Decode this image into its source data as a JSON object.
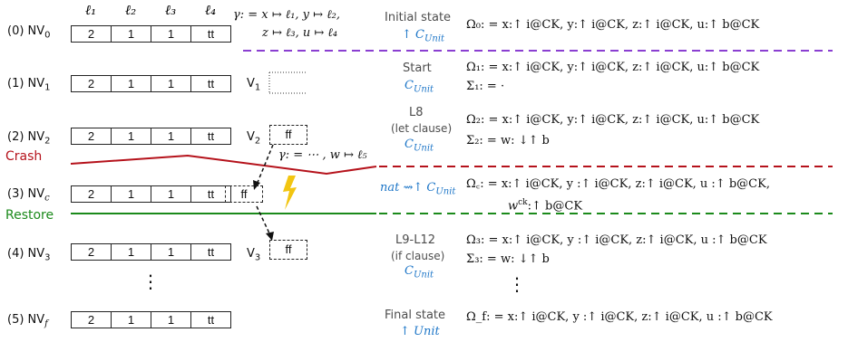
{
  "locations": {
    "l1": "ℓ₁",
    "l2": "ℓ₂",
    "l3": "ℓ₃",
    "l4": "ℓ₄"
  },
  "rows": [
    {
      "label": "(0) NV",
      "sub": "0",
      "cells": [
        "2",
        "1",
        "1",
        "tt"
      ]
    },
    {
      "label": "(1) NV",
      "sub": "1",
      "cells": [
        "2",
        "1",
        "1",
        "tt"
      ]
    },
    {
      "label": "(2) NV",
      "sub": "2",
      "cells": [
        "2",
        "1",
        "1",
        "tt"
      ]
    },
    {
      "label": "(3) NV",
      "sub": "c",
      "cells": [
        "2",
        "1",
        "1",
        "tt"
      ],
      "extra": "ff"
    },
    {
      "label": "(4) NV",
      "sub": "3",
      "cells": [
        "2",
        "1",
        "1",
        "tt"
      ]
    },
    {
      "label": "(5) NV",
      "sub": "f",
      "cells": [
        "2",
        "1",
        "1",
        "tt"
      ]
    }
  ],
  "gamma": {
    "line1": "γ: = x ↦ ℓ₁, y ↦ ℓ₂,",
    "line2": "z ↦ ℓ₃, u ↦ ℓ₄",
    "ext": "γ: = ⋯ , w ↦ ℓ₅"
  },
  "volatile": [
    {
      "label": "V",
      "sub": "1",
      "value": ""
    },
    {
      "label": "V",
      "sub": "2",
      "value": "ff"
    },
    {
      "label": "V",
      "sub": "3",
      "value": "ff"
    }
  ],
  "markers": {
    "crash": "Crash",
    "restore": "Restore",
    "dots": "⋮"
  },
  "states": {
    "s0": {
      "title": "Initial state",
      "ctx": "↑ C",
      "ctx_sub": "Unit"
    },
    "s1": {
      "title": "Start",
      "ctx": "C",
      "ctx_sub": "Unit"
    },
    "s2": {
      "title": "L8",
      "note": "(let clause)",
      "ctx": "C",
      "ctx_sub": "Unit"
    },
    "s3": {
      "ctx": "nat ⇝↑ C",
      "ctx_sub": "Unit"
    },
    "s4": {
      "title": "L9-L12",
      "note": "(if clause)",
      "ctx": "C",
      "ctx_sub": "Unit"
    },
    "s5": {
      "title": "Final state",
      "ctx": "↑ Unit"
    }
  },
  "omega": {
    "o0": "Ω₀: = x:↑ i@CK, y:↑ i@CK, z:↑ i@CK, u:↑ b@CK",
    "o1": "Ω₁: = x:↑ i@CK, y:↑ i@CK, z:↑ i@CK, u:↑ b@CK",
    "sig1": "Σ₁: = ·",
    "o2": "Ω₂: = x:↑ i@CK, y:↑ i@CK, z:↑ i@CK, u:↑ b@CK",
    "sig2": "Σ₂: = w: ↓↑ b",
    "oc": "Ω꜀: = x:↑ i@CK, y :↑ i@CK, z:↑ i@CK, u :↑ b@CK,",
    "oc2": "w",
    "oc2_sup": "ck",
    "oc2_rest": ":↑ b@CK",
    "o3": "Ω₃: = x:↑ i@CK, y :↑ i@CK, z:↑ i@CK, u :↑ b@CK",
    "sig3": "Σ₃: = w: ↓↑ b",
    "of": "Ω_f: = x:↑ i@CK, y :↑ i@CK, z:↑ i@CK, u :↑ b@CK"
  },
  "colors": {
    "crash": "#b5121b",
    "restore": "#1b8a1b",
    "purple": "#8a3fd1",
    "blue": "#1f77c8",
    "lightning": "#f2c511"
  }
}
